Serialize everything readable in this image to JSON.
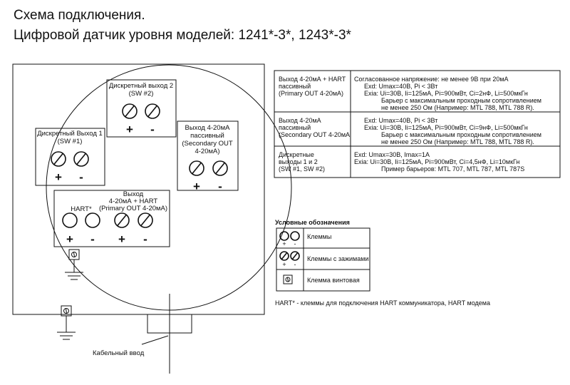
{
  "title": {
    "line1": "Схема подключения.",
    "line2": "Цифровой датчик уровня моделей: 1241*-3*, 1243*-3*"
  },
  "blocks": {
    "sw2": {
      "lines": [
        "Дискретный выход 2",
        "(SW #2)"
      ],
      "plus": "+",
      "minus": "-"
    },
    "sw1": {
      "lines": [
        "Дискретный Выход 1",
        "(SW #1)"
      ],
      "plus": "+",
      "minus": "-"
    },
    "secondary": {
      "lines": [
        "Выход 4-20мА",
        "пассивный",
        "(Secondary OUT",
        "4-20мА)"
      ],
      "plus": "+",
      "minus": "-"
    },
    "primary": {
      "hart_label": "HART*",
      "lines": [
        "Выход",
        "4-20мА + HART",
        "(Primary OUT 4-20мА)"
      ],
      "signs": [
        "+",
        "-",
        "+",
        "-"
      ]
    }
  },
  "cable_entry": "Кабельный ввод",
  "spec_table": {
    "rows": [
      {
        "name": [
          "Выход 4-20мА + HART",
          "пассивный",
          "(Primary OUT 4-20мА)"
        ],
        "spec": [
          "Согласованное напряжение: не менее 9В при 20мА",
          "Exd:  Umax=40В, Pi < 3Вт",
          "Exia: Ui=30В, Ii=125мА, Pi=900мВт, Ci=2нФ, Li=500мкГн",
          "Барьер с максимальным проходным сопротивлением",
          "не менее 250 Ом (Например: MTL 788, MTL 788 R)."
        ]
      },
      {
        "name": [
          "Выход 4-20мА",
          "пассивный",
          "(Secondary OUT 4-20мА"
        ],
        "spec": [
          "Exd:  Umax=40В, Pi < 3Вт",
          "Exia: Ui=30В, Ii=125мА, Pi=900мВт, Ci=9нФ, Li=500мкГн",
          "Барьер с максимальным проходным сопротивлением",
          "не менее 250 Ом (Например: MTL 788, MTL 788 R)."
        ]
      },
      {
        "name": [
          "Дискретные",
          "выходы 1 и 2",
          "(SW #1, SW #2)"
        ],
        "spec": [
          "Exd:  Umax=30В, Imax=1A",
          "Exia: Ui=30В, Ii=125мА, Pi=900мВт, Ci=4,5нФ, Li=10мкГн",
          "Пример барьеров: MTL 707, MTL 787, MTL 787S"
        ]
      }
    ]
  },
  "legend": {
    "title": "Условные обозначения",
    "items": [
      "Клеммы",
      "Клеммы с зажимами",
      "Клемма винтовая"
    ],
    "signs": [
      "+",
      "-"
    ]
  },
  "footnote": "HART* - клеммы для подключения HART коммуникатора, HART модема"
}
